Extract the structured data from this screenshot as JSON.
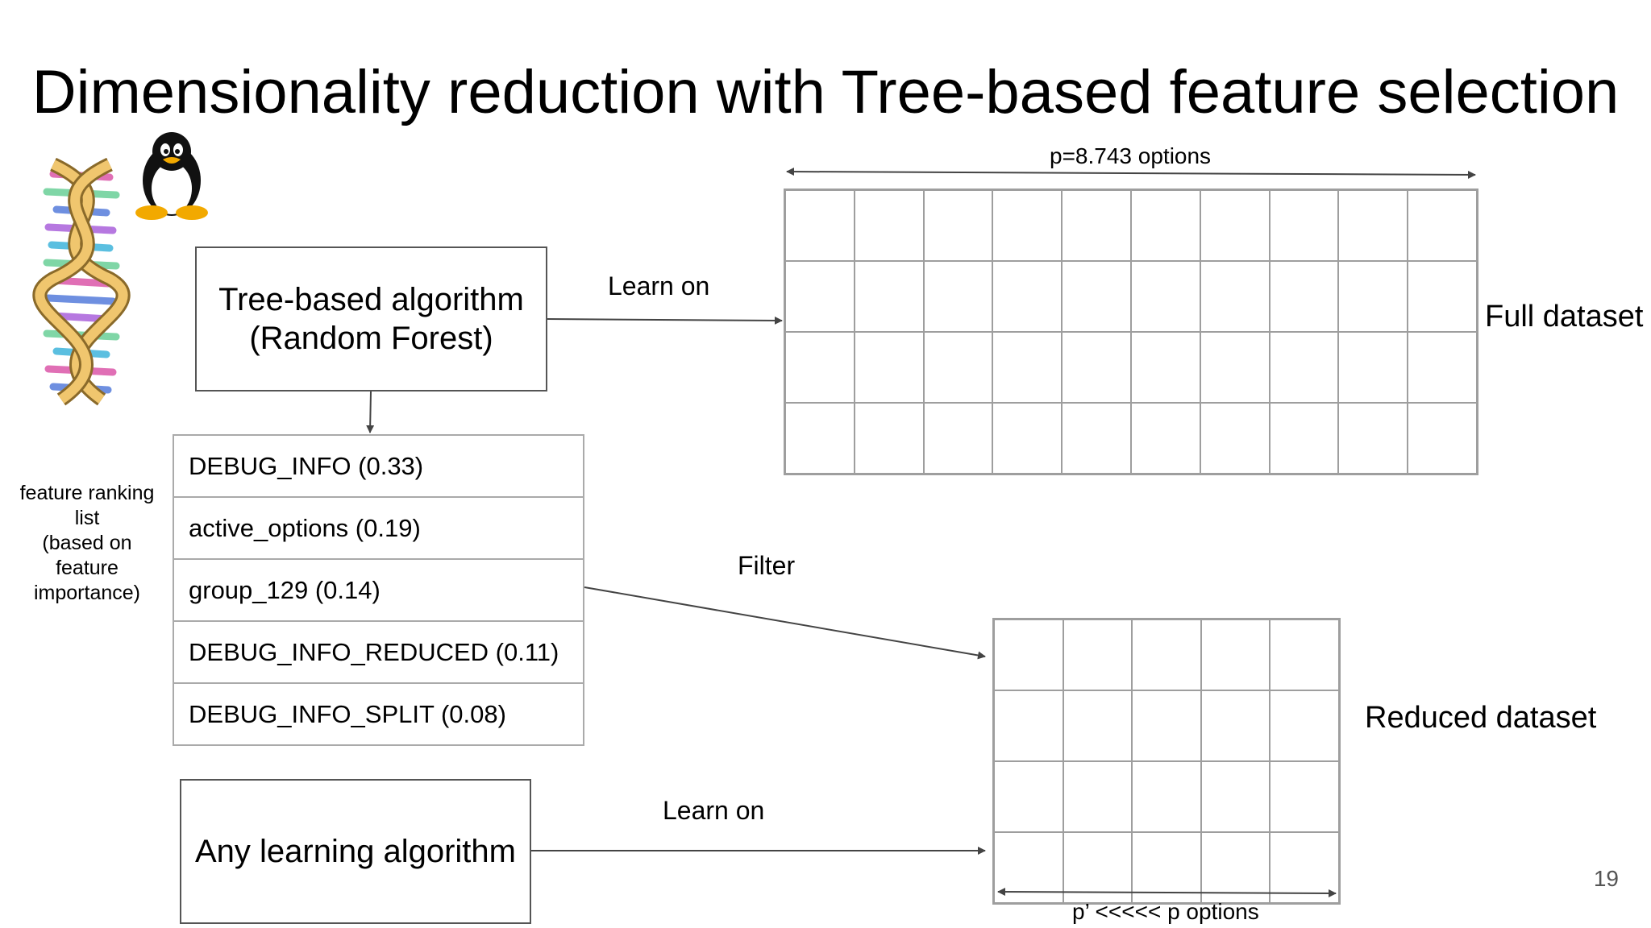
{
  "title": "Dimensionality reduction with Tree-based feature selection",
  "icons": [
    "dna-helix-icon",
    "linux-penguin-icon"
  ],
  "tree_box": {
    "line1": "Tree-based algorithm",
    "line2": "(Random Forest)"
  },
  "any_box": {
    "label": "Any learning algorithm"
  },
  "edges": {
    "learn_on_top": "Learn on",
    "filter": "Filter",
    "learn_on_bottom": "Learn on"
  },
  "full_dataset": {
    "label": "Full dataset",
    "dimension": "p=8.743 options",
    "rows": 4,
    "cols": 10
  },
  "reduced_dataset": {
    "label": "Reduced dataset",
    "dimension": "p’ <<<<< p options",
    "rows": 4,
    "cols": 5
  },
  "ranking": {
    "note": [
      "feature ranking",
      "list",
      "(based on",
      "feature",
      "importance)"
    ],
    "items": [
      "DEBUG_INFO (0.33)",
      "active_options (0.19)",
      "group_129 (0.14)",
      "DEBUG_INFO_REDUCED (0.11)",
      "DEBUG_INFO_SPLIT (0.08)"
    ]
  },
  "page_number": "19",
  "colors": {
    "arrow": "#444444",
    "grid": "#9e9e9e",
    "helix": "#e8c47a"
  }
}
